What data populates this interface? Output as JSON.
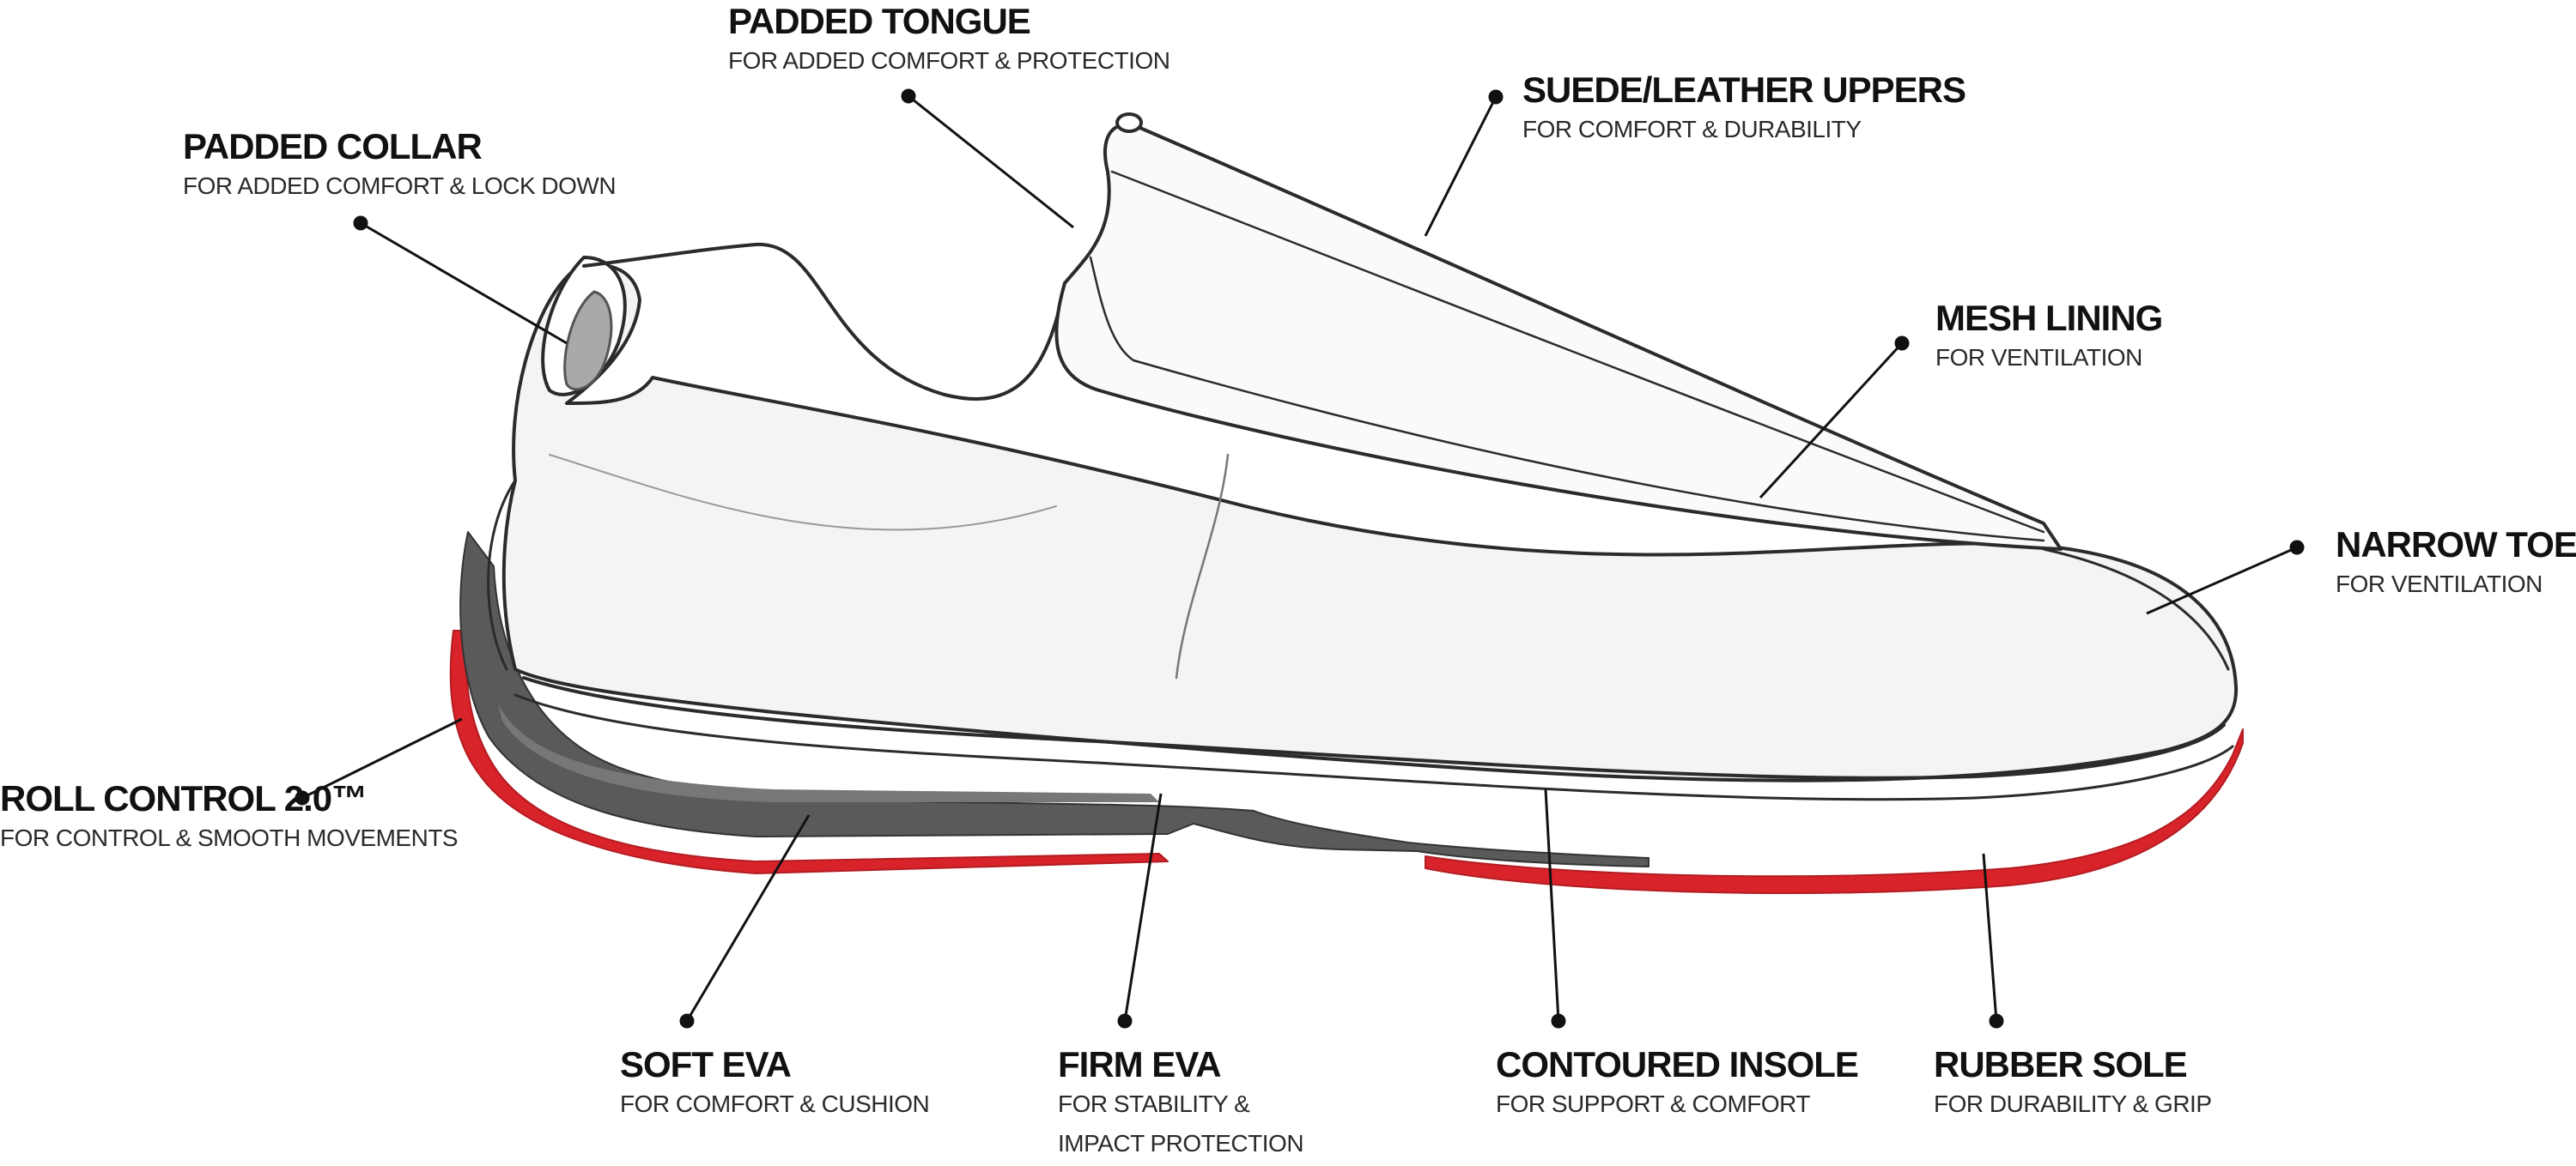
{
  "callouts": [
    {
      "id": "padded-tongue",
      "title": "PADDED TONGUE",
      "subtitle": "FOR ADDED COMFORT & PROTECTION"
    },
    {
      "id": "suede-leather-uppers",
      "title": "SUEDE/LEATHER UPPERS",
      "subtitle": "FOR COMFORT & DURABILITY"
    },
    {
      "id": "padded-collar",
      "title": "PADDED COLLAR",
      "subtitle": "FOR ADDED COMFORT & LOCK DOWN"
    },
    {
      "id": "mesh-lining",
      "title": "MESH LINING",
      "subtitle": "FOR VENTILATION"
    },
    {
      "id": "narrow-toe-box",
      "title": "NARROW TOE BOX",
      "subtitle": "FOR VENTILATION"
    },
    {
      "id": "roll-control",
      "title": "ROLL CONTROL 2.0™",
      "subtitle": "FOR CONTROL & SMOOTH MOVEMENTS"
    },
    {
      "id": "soft-eva",
      "title": "SOFT EVA",
      "subtitle": "FOR COMFORT & CUSHION"
    },
    {
      "id": "firm-eva",
      "title": "FIRM EVA",
      "subtitle": "FOR STABILITY  & IMPACT PROTECTION"
    },
    {
      "id": "contoured-insole",
      "title": "CONTOURED INSOLE",
      "subtitle": "FOR SUPPORT & COMFORT"
    },
    {
      "id": "rubber-sole",
      "title": "RUBBER SOLE",
      "subtitle": "FOR DURABILITY & GRIP"
    }
  ],
  "colors": {
    "outline": "#2b2b2b",
    "sole_red": "#d8232a",
    "midsole_dark": "#5a5a5a",
    "collar_pad": "#a9a9a9",
    "upper_fill": "#f4f4f4"
  }
}
